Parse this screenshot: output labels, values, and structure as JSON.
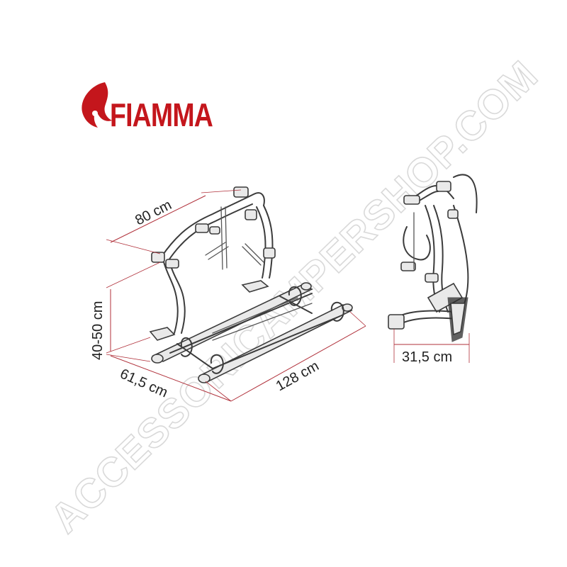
{
  "logo": {
    "text": "FIAMMA",
    "color": "#c4161c"
  },
  "watermark": {
    "text": "ACCESSORICAMPERSHOP.COM",
    "color": "#d9d9d9"
  },
  "dimensions": {
    "width": "80 cm",
    "height": "40-50 cm",
    "depth": "61,5 cm",
    "length": "128 cm",
    "side_depth": "31,5 cm"
  },
  "colors": {
    "dimension_line": "#b0303a",
    "drawing_line": "#3b3b3b"
  },
  "icons": [
    "flame-logo-icon"
  ]
}
